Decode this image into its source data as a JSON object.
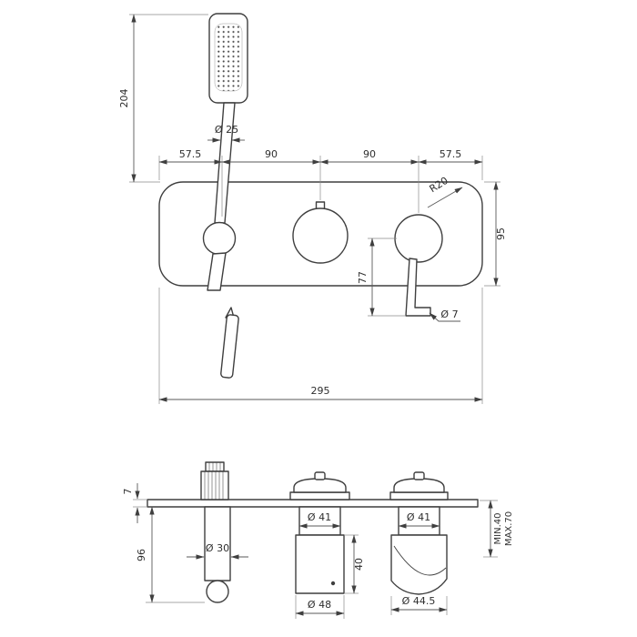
{
  "drawing": {
    "front": {
      "height_handshower": "204",
      "width_left": "57.5",
      "width_mid_left": "90",
      "width_mid_right": "90",
      "width_right": "57.5",
      "corner_radius": "R20",
      "handshower_dia": "Ø 25",
      "plate_height": "95",
      "lever_drop": "77",
      "lever_dia": "Ø 7",
      "plate_width": "295"
    },
    "side": {
      "plate_thickness": "7",
      "holder_length": "96",
      "holder_dia": "Ø 30",
      "neck_dia_mid": "Ø 41",
      "neck_dia_right": "Ø 41",
      "knob_height": "40",
      "knob_dia_mid": "Ø 48",
      "knob_dia_right": "Ø 44.5",
      "depth_min": "MIN.40",
      "depth_max": "MAX.70"
    }
  }
}
